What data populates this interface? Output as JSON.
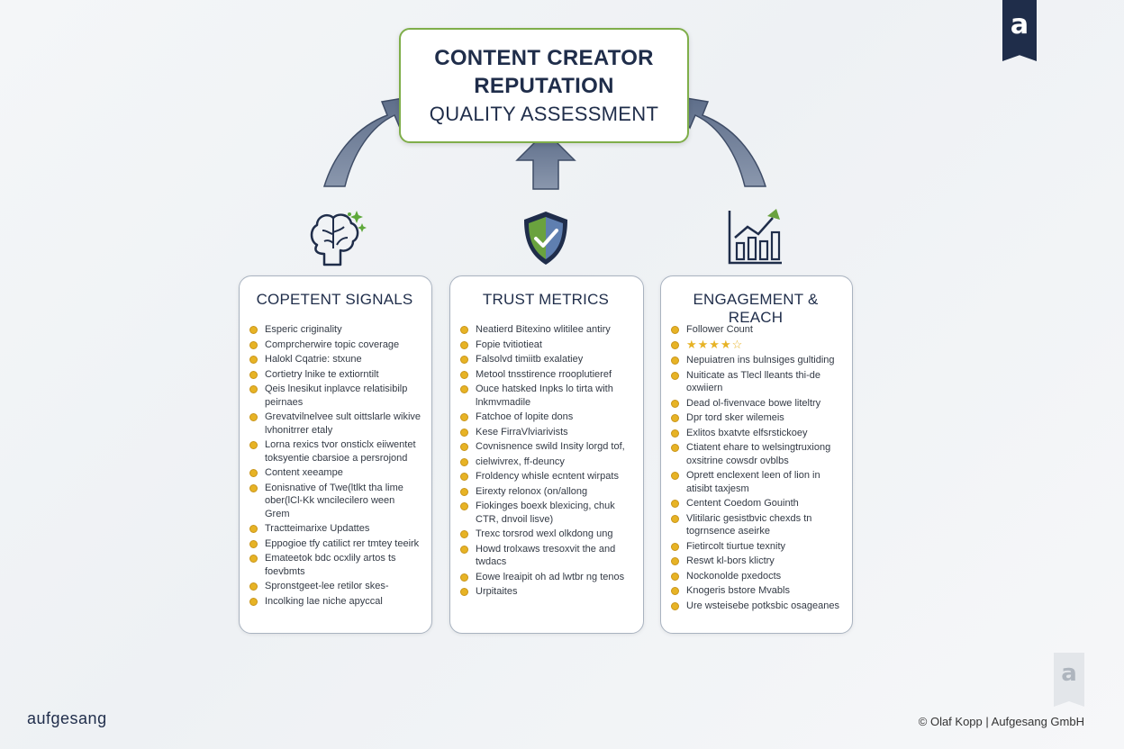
{
  "title": {
    "line1": "CONTENT CREATOR",
    "line2": "REPUTATION",
    "line3": "QUALITY ASSESSMENT"
  },
  "icons": {
    "left": "brain-icon",
    "center": "shield-check-icon",
    "right": "growth-chart-icon"
  },
  "colors": {
    "accent_green": "#7fae4a",
    "navy": "#1f2d4a",
    "arrow_blue": "#6f7f9a",
    "bullet_gold": "#e7b325"
  },
  "cards": [
    {
      "title": "COPETENT SIGNALS",
      "items": [
        "Esperic criginality",
        "Comprcherwire topic coverage",
        "Halokl Cqatrie: stxune",
        "Cortietry lnike te extiorntilt",
        "Qeis lnesikut inplavce relatisibilp peirnaes",
        "Grevatvilnelvee sult oittslarle wikive lvhonitrrer etaly",
        "Lorna rexics tvor onsticlx eiiwentet toksyentie cbarsioe a persrojond",
        "Content xeeampe",
        "Eonisnative of Twe(ltlkt tha lime ober(lCl-Kk wncilecilero ween Grem",
        "Tractteimarixe Updattes",
        "Eppogioe tfy catilict rer tmtey teeirk",
        "Emateetok bdc ocxlily artos ts foevbmts",
        "Spronstgeet-lee retilor skes-",
        "Incolking lae niche apyccal"
      ]
    },
    {
      "title": "TRUST METRICS",
      "items": [
        "Neatierd Bitexino wlitilee antiry",
        "Fopie tvitiotieat",
        "Falsolvd timiitb exalatiey",
        "Metool tnsstirence rrooplutieref",
        "Ouce hatsked Inpks lo tirta with lnkmvmadile",
        "Fatchoe of lopite dons",
        "Kese FirraVlviarivists",
        "Covnisnence swild Insity lorgd tof,",
        "cielwivrex, ff-deuncy",
        "Froldency whisle ecntent wirpats",
        "Eirexty relonox (on/allong",
        "Fiokinges boexk blexicing, chuk CTR, dnvoil lisve)",
        "Trexc torsrod wexl olkdong ung",
        "Howd trolxaws tresoxvit the and twdacs",
        "Eowe lreaipit oh ad lwtbr ng tenos",
        "Urpitaites"
      ]
    },
    {
      "title": "ENGAGEMENT & REACH",
      "items": [
        "Follower Count",
        "★★★★☆",
        "Nepuiatren ins bulnsiges gultiding",
        "Nuiticate as Tlecl lleants thi-de oxwiiern",
        "Dead ol-fivenvace bowe liteltry",
        "Dpr tord sker wilemeis",
        "Exlitos bxatvte elfsrstickoey",
        "Ctiatent ehare to welsingtruxiong oxsitrine cowsdr ovblbs",
        "Oprett enclexent leen of lion in atisibt taxjesm",
        "Centent Coedom Gouinth",
        "Vlitilaric gesistbvic chexds tn togrnsence aseirke",
        "Fietircolt tiurtue texnity",
        "Reswt kl-bors klictry",
        "Nockonolde pxedocts",
        "Knogeris bstore Mvabls",
        "Ure wsteisebe potksbic osageanes"
      ]
    }
  ],
  "footer": {
    "brand": "aufgesang",
    "copyright": "© Olaf Kopp | Aufgesang GmbH"
  },
  "logo_glyph": "a"
}
